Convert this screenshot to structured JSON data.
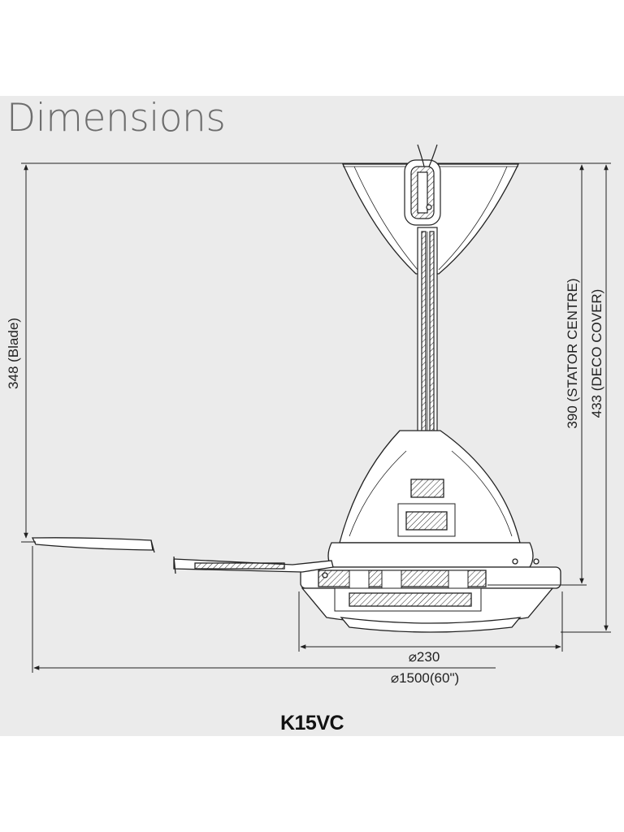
{
  "page": {
    "title": "Dimensions",
    "model": "K15VC"
  },
  "dimensions": {
    "blade_height": "348 (Blade)",
    "stator_centre": "390 (STATOR CENTRE)",
    "deco_cover": "433 (DECO COVER)",
    "motor_diameter": "⌀230",
    "sweep_diameter": "⌀1500(60\")"
  },
  "colors": {
    "panel": "#ebebeb",
    "line": "#222222",
    "title": "#6d6d6d"
  }
}
